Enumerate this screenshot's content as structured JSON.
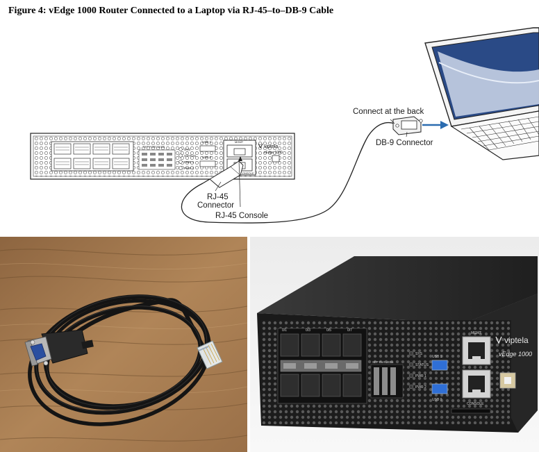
{
  "caption": "Figure 4: vEdge 1000 Router Connected to a Laptop via RJ-45–to–DB-9 Cable",
  "diagram": {
    "label_connect_back": "Connect at the back",
    "label_db9": "DB-9 Connector",
    "label_rj45_line1": "RJ-45",
    "label_rj45_line2": "Connector",
    "label_rj45_console": "RJ-45 Console",
    "router_brand": "viptela",
    "router_model": "vEdge 1000",
    "port_labels": {
      "sfp_leds": "SFP PORT LEDS",
      "sys": "SYS",
      "status": "STATUS",
      "pwr1": "PWR 1",
      "pwr2": "PWR 2",
      "usb1": "USB 1",
      "usb0": "USB 0",
      "mgmt": "MGMT",
      "console": "CONSOLE"
    }
  },
  "photo_router": {
    "brand": "viptela",
    "model": "vEdge 1000",
    "sfp_labels": [
      "0/1",
      "0/3",
      "0/5",
      "0/7"
    ],
    "sfp_leds_label": "SFP Port LEDs",
    "led_labels": [
      "SYS",
      "STATUS",
      "PWR 1",
      "PWR 2"
    ],
    "usb1": "USB 1",
    "usb0": "USB 0",
    "mgmt": "MGMT",
    "console": "CONSOLE"
  },
  "colors": {
    "wood": "#a67c52",
    "router_body": "#1e1e1e",
    "db9_blue": "#2a4fa0",
    "arrow_blue": "#2b6cb0",
    "laptop_screen": "#2a4a86"
  }
}
